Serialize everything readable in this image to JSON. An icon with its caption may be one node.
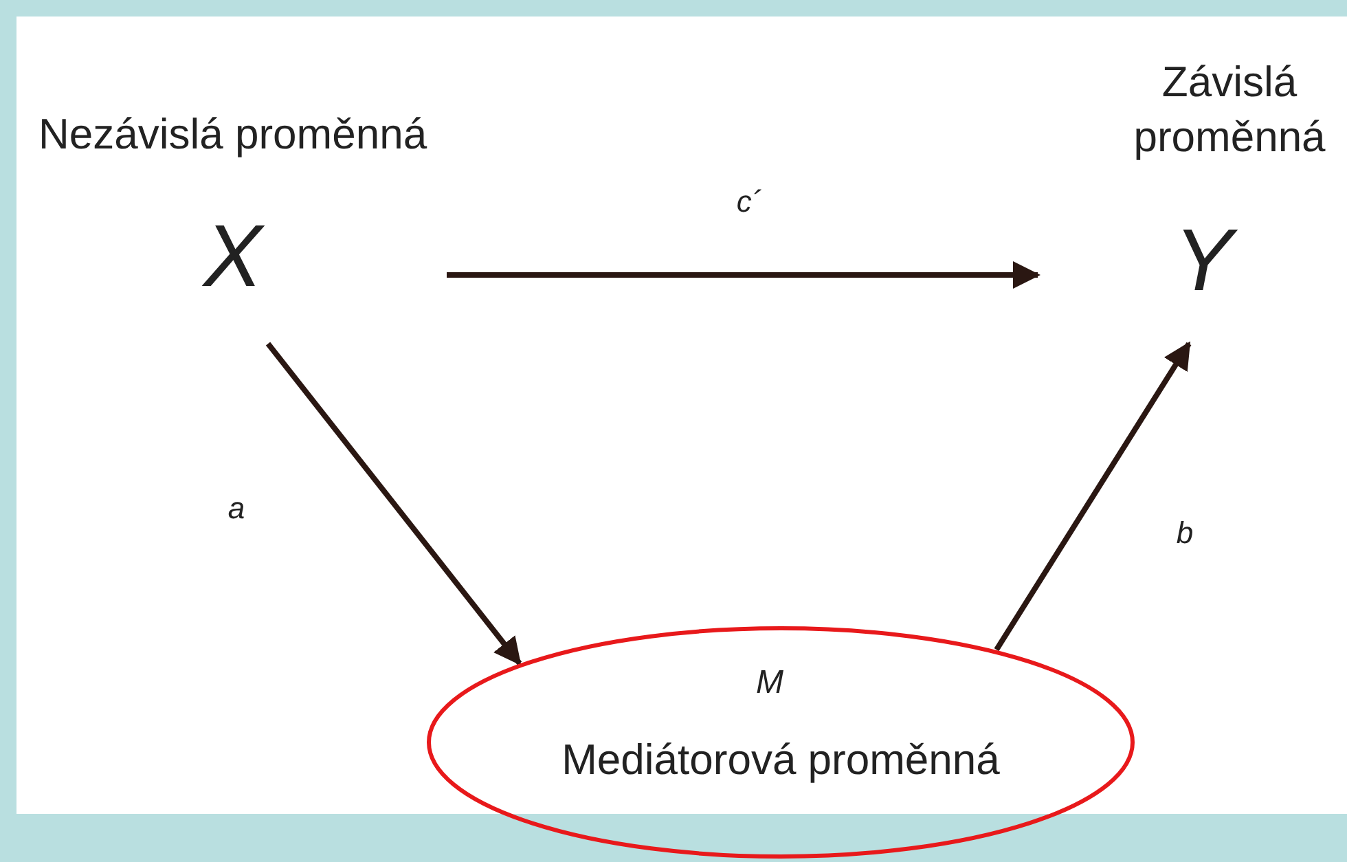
{
  "diagram": {
    "nodes": [
      {
        "text": [
          "Nezávislá proměnná",
          "X"
        ]
      },
      {
        "text": [
          "Závislá proměnná",
          "Y"
        ]
      },
      {
        "text": [
          "M",
          "Mediátorová proměnná"
        ]
      }
    ],
    "edges": [
      {
        "from": 0,
        "to": 1,
        "arrow": "to",
        "label": "c´"
      },
      {
        "from": 0,
        "to": 2,
        "arrow": "to",
        "label": "a"
      },
      {
        "from": 2,
        "to": 1,
        "arrow": "to",
        "label": "b"
      }
    ]
  }
}
